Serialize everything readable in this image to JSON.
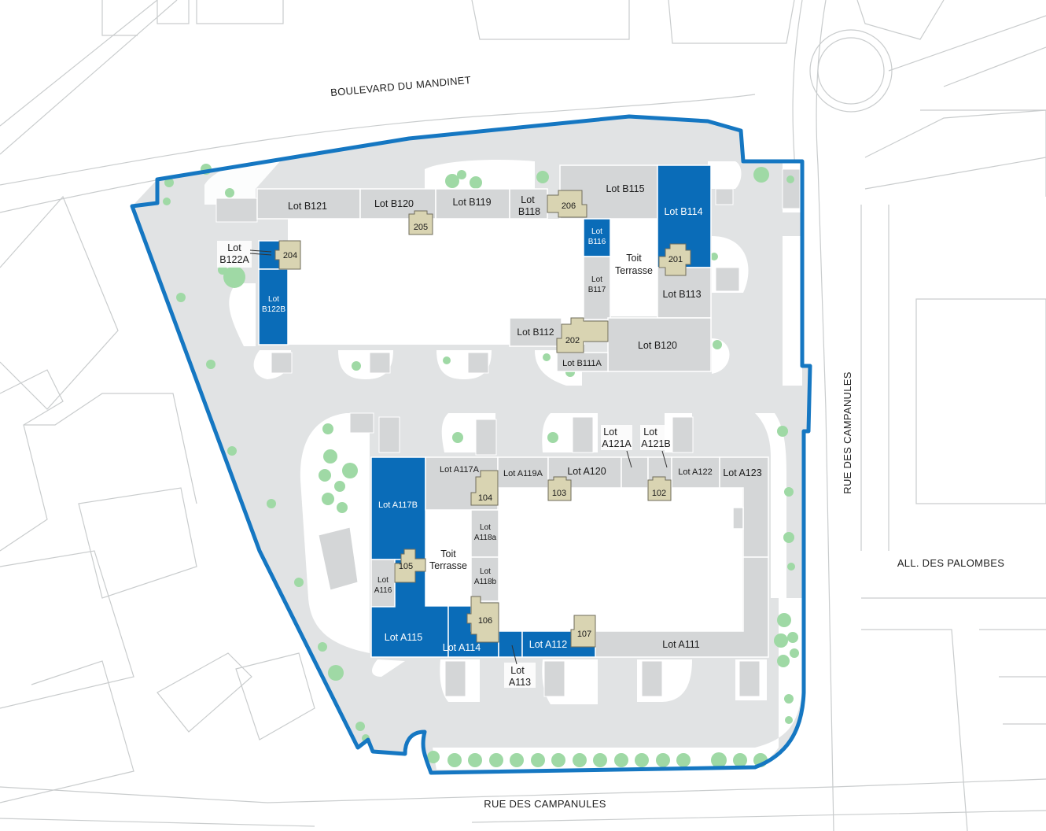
{
  "streets": {
    "north": "BOULEVARD DU MANDINET",
    "south": "RUE DES CAMPANULES",
    "east": "RUE DES CAMPANULES",
    "east_side": "ALL. DES PALOMBES"
  },
  "colors": {
    "boundary": "#1577c2",
    "available_lot": "#0a6cb8",
    "standard_lot": "#d4d6d7",
    "numbered_unit": "#d9d4b2",
    "ground": "#e1e3e4",
    "trees": "#9fd9a5"
  },
  "building_b": {
    "lots": {
      "b121": "Lot B121",
      "b120_top": "Lot B120",
      "b119": "Lot B119",
      "b118_l1": "Lot",
      "b118_l2": "B118",
      "b115": "Lot B115",
      "b114": "Lot B114",
      "b116_l1": "Lot",
      "b116_l2": "B116",
      "b117_l1": "Lot",
      "b117_l2": "B117",
      "b113": "Lot B113",
      "b112": "Lot B112",
      "b111a": "Lot B111A",
      "b120_bottom": "Lot B120",
      "b122a_l1": "Lot",
      "b122a_l2": "B122A",
      "b122b_l1": "Lot",
      "b122b_l2": "B122B"
    },
    "units": {
      "u205": "205",
      "u206": "206",
      "u204": "204",
      "u201": "201",
      "u202": "202"
    },
    "terrace_l1": "Toit",
    "terrace_l2": "Terrasse"
  },
  "building_a": {
    "lots": {
      "a117b": "Lot A117B",
      "a117a": "Lot A117A",
      "a119a": "Lot A119A",
      "a120": "Lot A120",
      "a121a_l1": "Lot",
      "a121a_l2": "A121A",
      "a121b_l1": "Lot",
      "a121b_l2": "A121B",
      "a122": "Lot A122",
      "a123": "Lot A123",
      "a118a_l1": "Lot",
      "a118a_l2": "A118a",
      "a118b_l1": "Lot",
      "a118b_l2": "A118b",
      "a116_l1": "Lot",
      "a116_l2": "A116",
      "a115": "Lot A115",
      "a114": "Lot A114",
      "a113_l1": "Lot",
      "a113_l2": "A113",
      "a112": "Lot A112",
      "a111": "Lot A111"
    },
    "units": {
      "u104": "104",
      "u103": "103",
      "u102": "102",
      "u105": "105",
      "u106": "106",
      "u107": "107"
    },
    "terrace_l1": "Toit",
    "terrace_l2": "Terrasse"
  }
}
